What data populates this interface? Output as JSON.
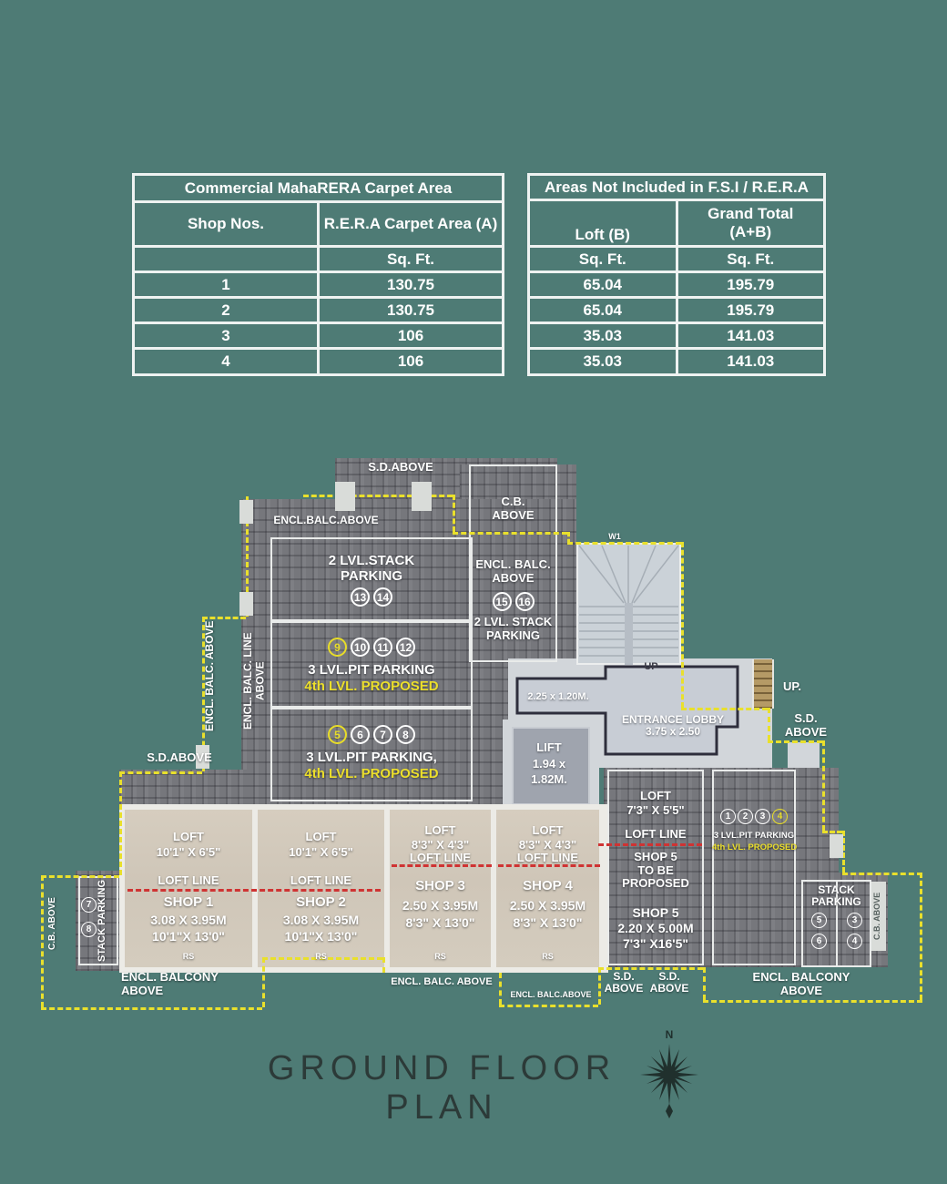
{
  "tables": {
    "left": {
      "title": "Commercial MahaRERA Carpet Area",
      "col1_header": "Shop Nos.",
      "col2_header": "R.E.R.A Carpet Area (A)",
      "col1_unit": "",
      "col2_unit": "Sq. Ft.",
      "rows": [
        [
          "1",
          "130.75"
        ],
        [
          "2",
          "130.75"
        ],
        [
          "3",
          "106"
        ],
        [
          "4",
          "106"
        ]
      ]
    },
    "right": {
      "title": "Areas Not Included in F.S.I / R.E.R.A",
      "col1_header": "Loft (B)",
      "col2_header_line1": "Grand Total",
      "col2_header_line2": "(A+B)",
      "col1_unit": "Sq. Ft.",
      "col2_unit": "Sq. Ft.",
      "rows": [
        [
          "65.04",
          "195.79"
        ],
        [
          "65.04",
          "195.79"
        ],
        [
          "35.03",
          "141.03"
        ],
        [
          "35.03",
          "141.03"
        ]
      ]
    }
  },
  "plan": {
    "top": {
      "sd_above": "S.D.ABOVE",
      "encl_balc_above": "ENCL.BALC.ABOVE",
      "w1": "W1"
    },
    "cb_room": {
      "line1": "C.B.",
      "line2": "ABOVE",
      "balc1": "ENCL. BALC.",
      "balc2": "ABOVE",
      "circles": [
        "15",
        "16"
      ],
      "stack1": "2 LVL. STACK",
      "stack2": "PARKING"
    },
    "stack_room": {
      "line1": "2 LVL.STACK",
      "line2": "PARKING",
      "circles": [
        "13",
        "14"
      ]
    },
    "pit_room_a": {
      "circles": [
        "9",
        "10",
        "11",
        "12"
      ],
      "line1": "3 LVL.PIT PARKING",
      "line2": "4th LVL. PROPOSED"
    },
    "pit_room_b": {
      "circles": [
        "5",
        "6",
        "7",
        "8"
      ],
      "line1": "3 LVL.PIT PARKING,",
      "line2": "4th LVL. PROPOSED"
    },
    "left_labels": {
      "encl_balc_above_vert": "ENCL. BALC. ABOVE",
      "encl_balc_line_vert": "ENCL. BALC. LINE",
      "encl_balc_line_vert2": "ABOVE",
      "sd_above": "S.D.ABOVE"
    },
    "entrance": {
      "up_inner": "UP",
      "up_outer": "UP.",
      "lobby1": "ENTRANCE LOBBY",
      "lobby2": "3.75 x 2.50",
      "dim_box": "2.25 x 1.20M.",
      "sd1": "S.D.",
      "sd2": "ABOVE"
    },
    "lift": {
      "line1": "LIFT",
      "line2": "1.94 x",
      "line3": "1.82M."
    },
    "shops": [
      {
        "loft": "LOFT",
        "loft_dim": "10'1\" X 6'5\"",
        "loft_line": "LOFT LINE",
        "name": "SHOP 1",
        "dim_m": "3.08 X 3.95M",
        "dim_ft": "10'1\"X 13'0\"",
        "rs": "RS"
      },
      {
        "loft": "LOFT",
        "loft_dim": "10'1\" X 6'5\"",
        "loft_line": "LOFT LINE",
        "name": "SHOP 2",
        "dim_m": "3.08 X 3.95M",
        "dim_ft": "10'1\"X 13'0\"",
        "rs": "RS"
      },
      {
        "loft": "LOFT",
        "loft_dim": "8'3\" X 4'3\"",
        "loft_line": "LOFT LINE",
        "name": "SHOP 3",
        "dim_m": "2.50 X 3.95M",
        "dim_ft": "8'3\" X 13'0\"",
        "rs": "RS"
      },
      {
        "loft": "LOFT",
        "loft_dim": "8'3\" X 4'3\"",
        "loft_line": "LOFT LINE",
        "name": "SHOP 4",
        "dim_m": "2.50 X 3.95M",
        "dim_ft": "8'3\" X 13'0\"",
        "rs": "RS"
      }
    ],
    "shop5": {
      "loft": "LOFT",
      "loft_dim": "7'3\" X 5'5\"",
      "loft_line": "LOFT LINE",
      "p1": "SHOP 5",
      "p2": "TO BE",
      "p3": "PROPOSED",
      "name": "SHOP 5",
      "dim_m": "2.20 X 5.00M",
      "dim_ft": "7'3\" X16'5\""
    },
    "pit1234": {
      "circles": [
        "1",
        "2",
        "3",
        "4"
      ],
      "line1": "3 LVL.PIT PARKING",
      "line2": "4th LVL. PROPOSED"
    },
    "stack_right": {
      "line1": "STACK",
      "line2": "PARKING",
      "col1": [
        "5",
        "6"
      ],
      "col2": [
        "3",
        "4"
      ]
    },
    "stack_left": {
      "label": "STACK PARKING",
      "circles": [
        "7",
        "8"
      ]
    },
    "cb_left": "C.B. ABOVE",
    "cb_right": "C.B. ABOVE",
    "bottom": {
      "balcony_left1": "ENCL. BALCONY",
      "balcony_left2": "ABOVE",
      "balc_center": "ENCL. BALC. ABOVE",
      "balc_center_small": "ENCL. BALC.ABOVE",
      "sd1a": "S.D.",
      "sd1b": "ABOVE",
      "sd2a": "S.D.",
      "sd2b": "ABOVE",
      "balcony_right1": "ENCL. BALCONY",
      "balcony_right2": "ABOVE"
    }
  },
  "footer": {
    "title": "GROUND FLOOR PLAN",
    "compass_n": "N"
  },
  "colors": {
    "background": "#4e7b75",
    "plan_texture": "#76777c",
    "yellow_dash": "#e9e02c",
    "red_dash": "#cf3333",
    "shop_fill": "#d2c9bb",
    "highlight": "#e8dd28",
    "title": "#2c3a38"
  }
}
